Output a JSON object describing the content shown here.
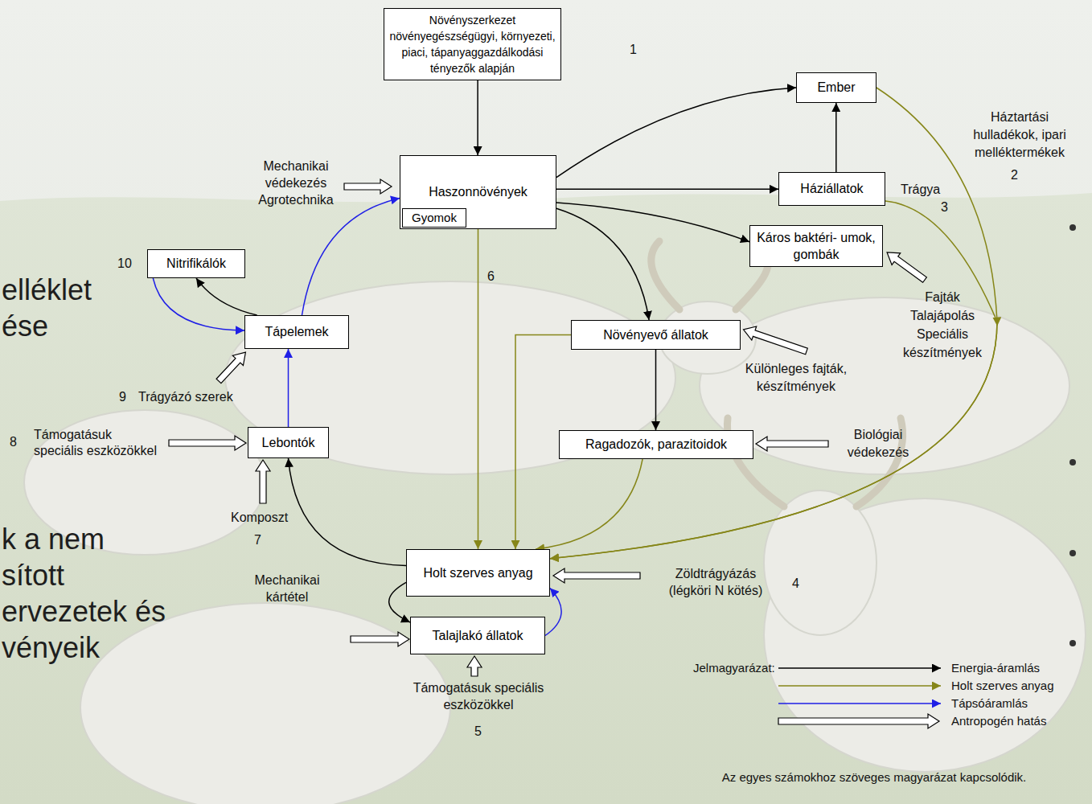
{
  "diagram": {
    "caption": "Az egyes számokhoz szöveges magyarázat kapcsolódik.",
    "nodes": [
      {
        "text": [
          "Növényszerkezet növényegészségügyi, környezeti, piaci, tápanyaggazdálkodási tényezők alapján"
        ]
      },
      {
        "text": [
          "Ember"
        ]
      },
      {
        "text": [
          "Haszonnövények"
        ]
      },
      {
        "text": [
          "Gyomok"
        ],
        "in": 2
      },
      {
        "text": [
          "Háziállatok"
        ]
      },
      {
        "text": [
          "Káros baktéri- umok, gombák"
        ]
      },
      {
        "text": [
          "Nitrifikálók"
        ]
      },
      {
        "text": [
          "Tápelemek"
        ]
      },
      {
        "text": [
          "Növényevő állatok"
        ]
      },
      {
        "text": [
          "Lebontók"
        ]
      },
      {
        "text": [
          "Ragadozók, parazitoidok"
        ]
      },
      {
        "text": [
          "Holt szerves anyag"
        ]
      },
      {
        "text": [
          "Talajlakó állatok"
        ]
      }
    ],
    "edges": [
      {
        "from": 0,
        "to": 2,
        "arrow": "to"
      },
      {
        "from": 2,
        "to": 1,
        "arrow": "to"
      },
      {
        "from": 2,
        "to": 4,
        "arrow": "to"
      },
      {
        "from": 4,
        "to": 1,
        "arrow": "to"
      },
      {
        "from": 2,
        "to": 5,
        "arrow": "to"
      },
      {
        "from": 2,
        "to": 8,
        "arrow": "to"
      },
      {
        "from": 8,
        "to": 10,
        "arrow": "to"
      },
      {
        "from": 2,
        "to": 11,
        "arrow": "to"
      },
      {
        "from": 8,
        "to": 11,
        "arrow": "to"
      },
      {
        "from": 10,
        "to": 11,
        "arrow": "to"
      },
      {
        "from": 1,
        "to": 11,
        "arrow": "to"
      },
      {
        "from": 4,
        "to": 11,
        "arrow": "to"
      },
      {
        "from": 11,
        "to": 9,
        "arrow": "to"
      },
      {
        "from": 9,
        "to": 7,
        "arrow": "to"
      },
      {
        "from": 7,
        "to": 6,
        "arrow": "to"
      },
      {
        "from": 6,
        "to": 7,
        "arrow": "to"
      },
      {
        "from": 7,
        "to": 2,
        "arrow": "to"
      },
      {
        "from": 11,
        "to": 12,
        "arrow": "to"
      },
      {
        "from": 12,
        "to": 11,
        "arrow": "to"
      }
    ],
    "labels": [
      "elléklet",
      "ése",
      "k a nem",
      "sított",
      "ervezetek és",
      "vényeik",
      "1",
      "Háztartási hulladékok, ipari melléktermékek",
      "2",
      "Trágya",
      "3",
      "Mechanikai védekezés Agrotechnika",
      "6",
      "10",
      "Fajták Talajápolás Speciális készítmények",
      "Különleges fajták, készítmények",
      "9",
      "Trágyázó szerek",
      "8",
      "Támogatásuk speciális eszközökkel",
      "Biológiai védekezés",
      "Komposzt",
      "7",
      "Zöldtrágyázás (légköri N kötés)",
      "4",
      "Mechanikai kártétel",
      "Támogatásuk speciális eszközökkel",
      "5",
      "Jelmagyarázat:"
    ],
    "legend": [
      {
        "text": "Energia-áramlás"
      },
      {
        "text": "Holt szerves anyag"
      },
      {
        "text": "Tápsóáramlás"
      },
      {
        "text": "Antropogén hatás"
      }
    ]
  }
}
